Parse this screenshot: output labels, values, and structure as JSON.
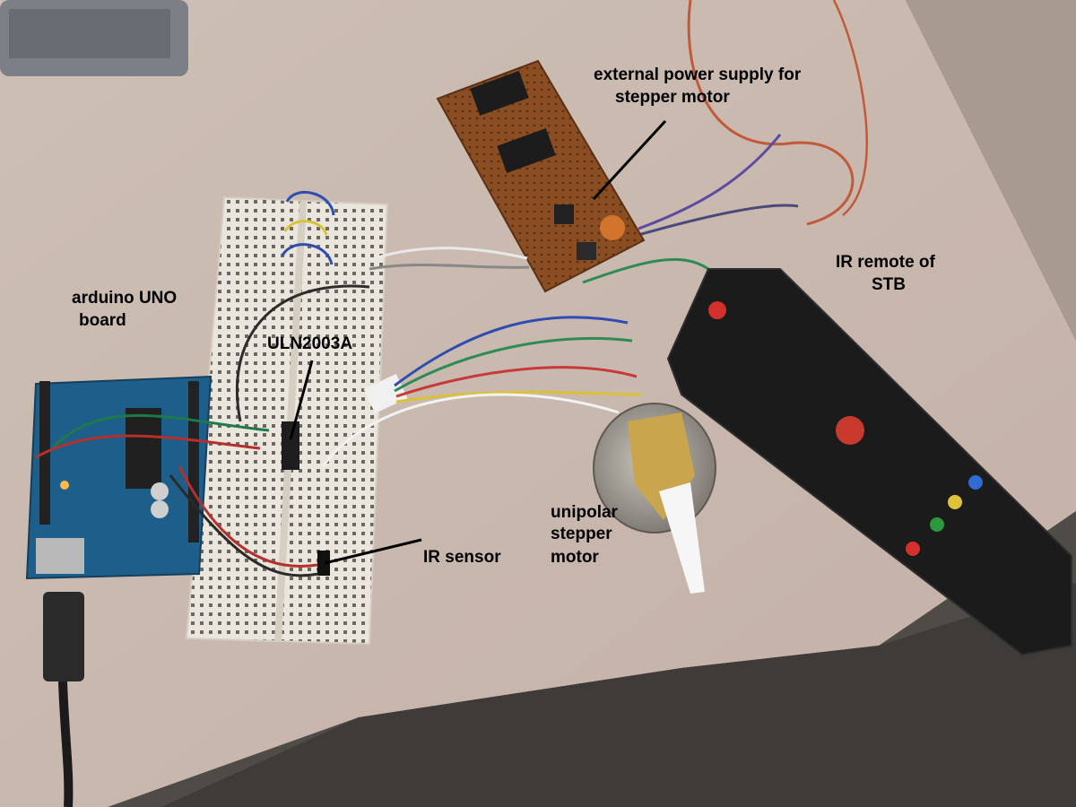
{
  "photo": {
    "subject": "Arduino IR-remote controlled stepper motor setup on a table",
    "colors": {
      "table": "#c9b8ae",
      "floor": "#4f4b47",
      "breadboard": "#ebe6dd",
      "arduino": "#1d5e8a",
      "pcb": "#8a4e22",
      "remote": "#1b1b1c",
      "motor": "#9b968f"
    }
  },
  "labels": {
    "arduino_line1": "arduino UNO",
    "arduino_line2": "board",
    "uln": "ULN2003A",
    "power_line1": "external power supply for",
    "power_line2": "stepper motor",
    "remote_line1": "IR remote of",
    "remote_line2": "STB",
    "motor_line1": "unipolar",
    "motor_line2": "stepper",
    "motor_line3": "motor",
    "sensor": "IR sensor"
  }
}
